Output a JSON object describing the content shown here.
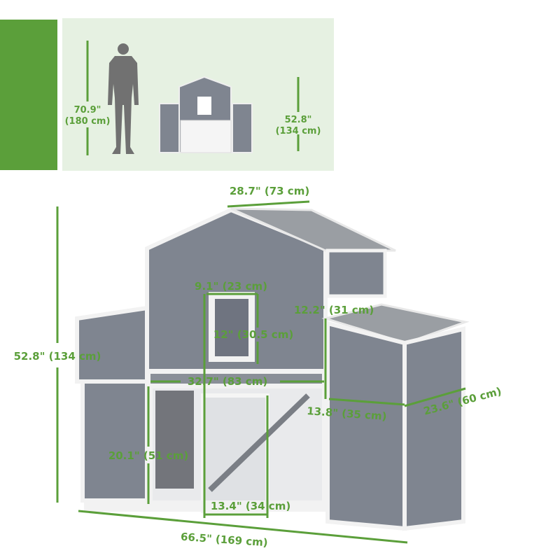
{
  "colors": {
    "accent": "#5b9f3a",
    "inset_bg": "#e6f1e2",
    "wall": "#7f8590",
    "trim": "#f2f2f2",
    "roof": "#9a9ea3",
    "silhouette": "#717171"
  },
  "inset": {
    "person_height": "70.9\"",
    "person_height_cm": "(180 cm)",
    "coop_height": "52.8\"",
    "coop_height_cm": "(134 cm)"
  },
  "dimensions": {
    "roof_width": "28.7\" (73 cm)",
    "total_height": "52.8\" (134 cm)",
    "window_width": "9.1\" (23 cm)",
    "window_height": "12\" (30.5 cm)",
    "side_height": "12.2\" (31 cm)",
    "run_width": "32.7\" (83 cm)",
    "side_depth": "13.8\" (35 cm)",
    "total_depth": "23.6\" (60 cm)",
    "run_height": "20.1\" (51 cm)",
    "door_width": "13.4\" (34 cm)",
    "total_width": "66.5\" (169 cm)"
  }
}
